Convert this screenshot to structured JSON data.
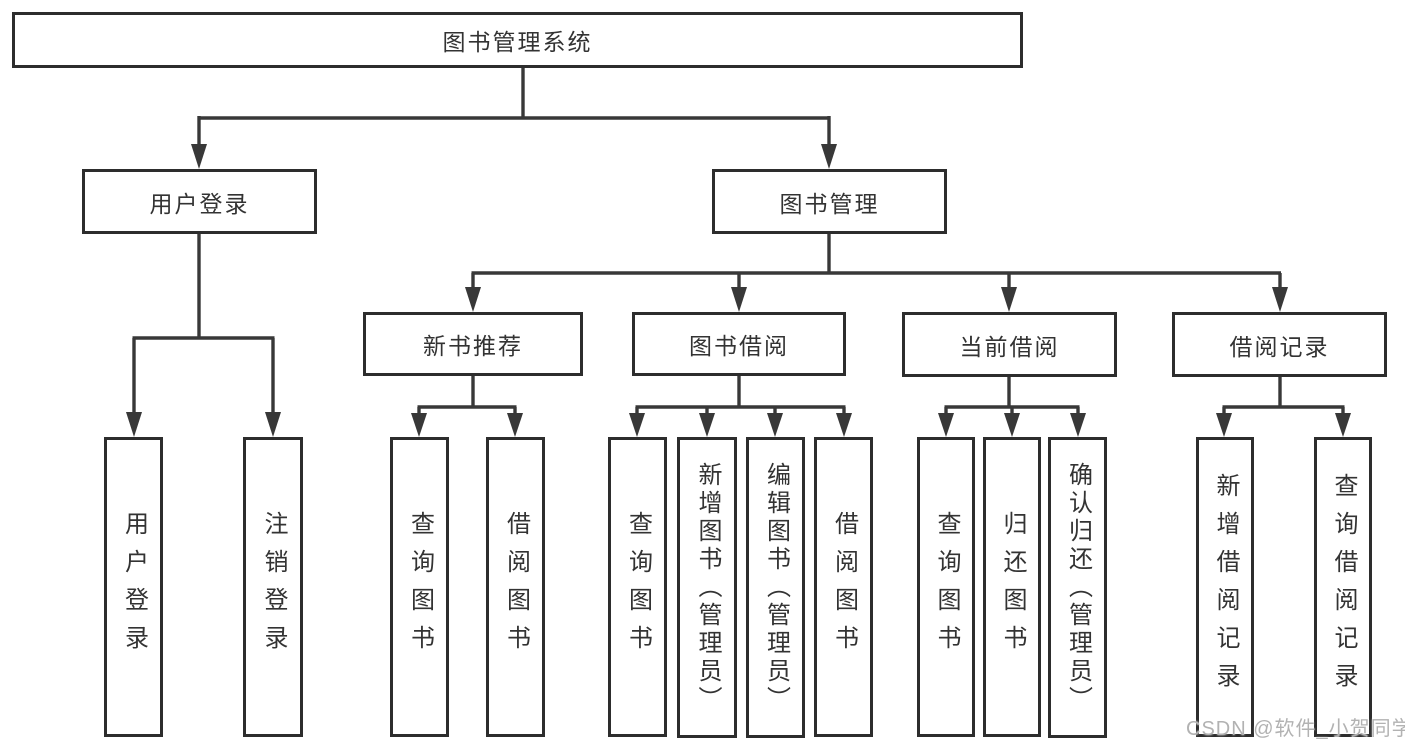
{
  "root": {
    "label": "图书管理系统"
  },
  "branches": {
    "user_login": {
      "label": "用户登录",
      "leaves": [
        "用户登录",
        "注销登录"
      ]
    },
    "book_mgmt": {
      "label": "图书管理",
      "children": {
        "new_books": {
          "label": "新书推荐",
          "leaves": [
            "查询图书",
            "借阅图书"
          ]
        },
        "book_borrow": {
          "label": "图书借阅",
          "leaves": [
            "查询图书",
            "新增图书（管理员）",
            "编辑图书（管理员）",
            "借阅图书"
          ]
        },
        "current_borrow": {
          "label": "当前借阅",
          "leaves": [
            "查询图书",
            "归还图书",
            "确认归还（管理员）"
          ]
        },
        "borrow_records": {
          "label": "借阅记录",
          "leaves": [
            "新增借阅记录",
            "查询借阅记录"
          ]
        }
      }
    }
  },
  "watermark": "CSDN @软件_小贺同学",
  "colors": {
    "line": "#383838",
    "box_border": "#2d2d2d",
    "box_background": "#ffffff",
    "text": "#333333",
    "watermark": "#b2b2b2"
  }
}
